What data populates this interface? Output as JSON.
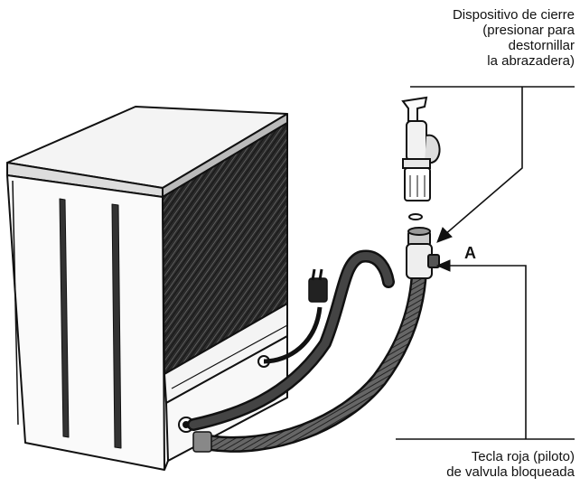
{
  "callouts": {
    "top": [
      "Dispositivo de cierre",
      "(presionar para",
      "destornillar",
      "la abrazadera)"
    ],
    "bottom": [
      "Tecla roja (piloto)",
      "de valvula bloqueada"
    ],
    "marker": "A"
  }
}
